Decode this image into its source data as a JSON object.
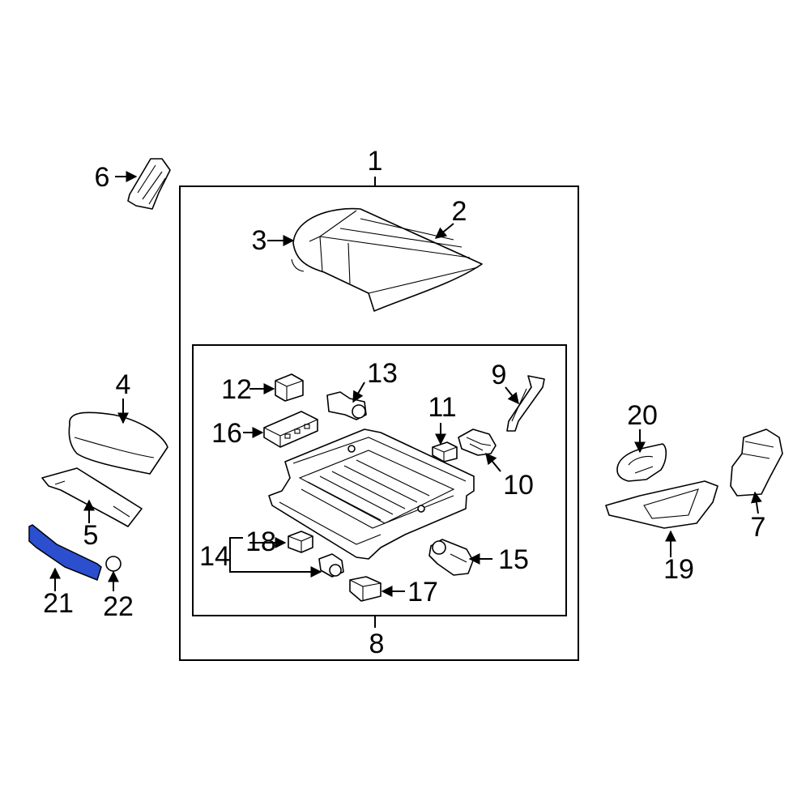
{
  "colors": {
    "highlight": "#2B4FCF",
    "line": "#000000",
    "background": "#ffffff"
  },
  "labels": {
    "n1": "1",
    "n2": "2",
    "n3": "3",
    "n4": "4",
    "n5": "5",
    "n6": "6",
    "n7": "7",
    "n8": "8",
    "n9": "9",
    "n10": "10",
    "n11": "11",
    "n12": "12",
    "n13": "13",
    "n14": "14",
    "n15": "15",
    "n16": "16",
    "n17": "17",
    "n18": "18",
    "n19": "19",
    "n20": "20",
    "n21": "21",
    "n22": "22"
  },
  "highlighted_part": "21"
}
